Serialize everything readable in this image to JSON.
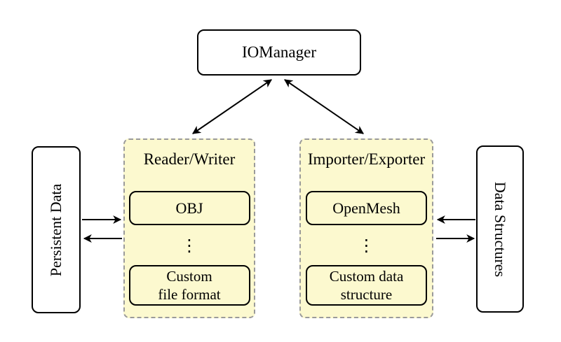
{
  "colors": {
    "background": "#ffffff",
    "module_fill": "#fcf9cf",
    "module_border": "#9a9a9a",
    "box_border": "#000000",
    "arrow": "#000000",
    "text": "#000000"
  },
  "manager": {
    "label": "IOManager"
  },
  "left_store": {
    "label": "Persistent Data"
  },
  "right_store": {
    "label": "Data Structures"
  },
  "modules": {
    "left": {
      "label": "Reader/Writer",
      "items": [
        {
          "lines": [
            "OBJ"
          ]
        },
        {
          "lines": [
            "Custom",
            "file format"
          ]
        }
      ]
    },
    "right": {
      "label": "Importer/Exporter",
      "items": [
        {
          "lines": [
            "OpenMesh"
          ]
        },
        {
          "lines": [
            "Custom data",
            "structure"
          ]
        }
      ]
    }
  },
  "vdots": "⋮"
}
